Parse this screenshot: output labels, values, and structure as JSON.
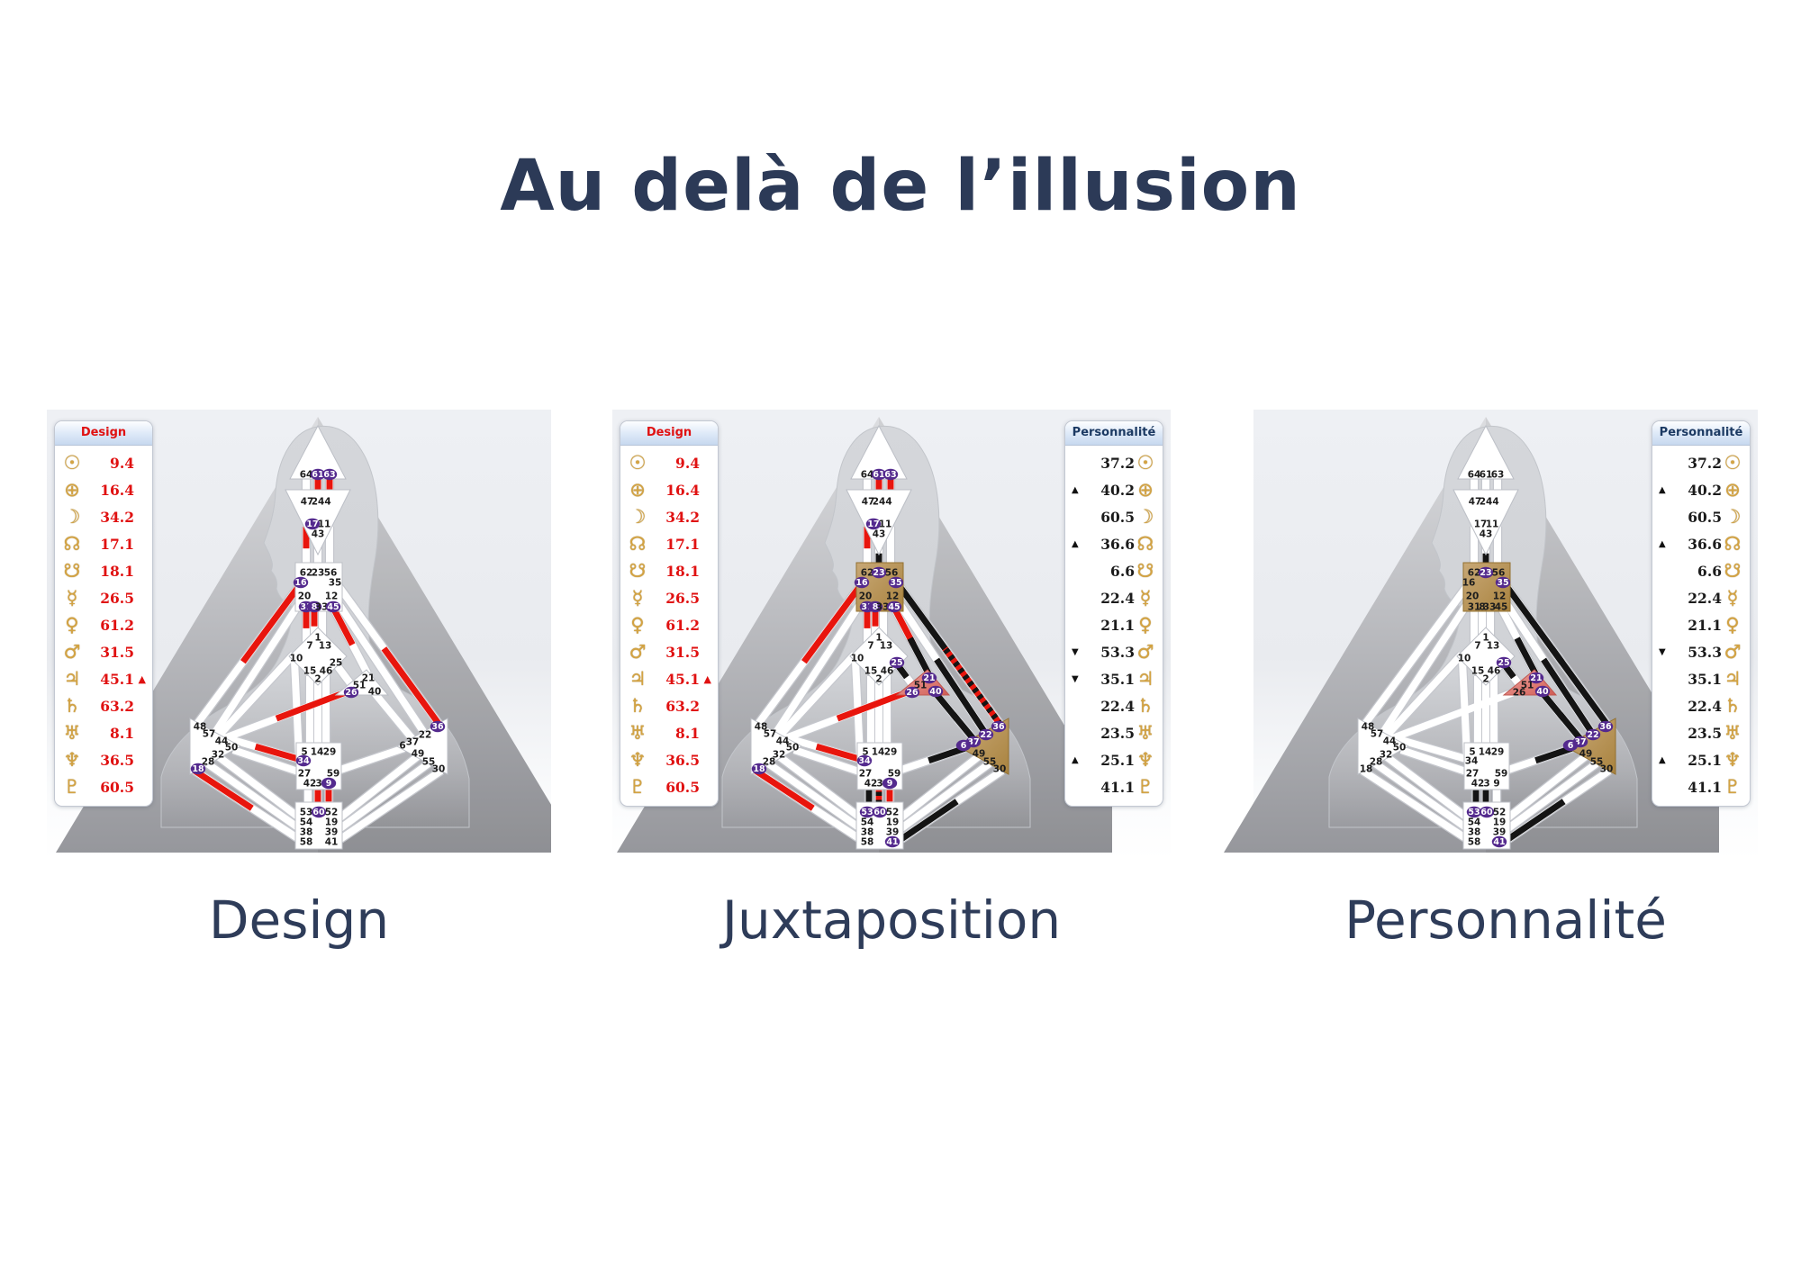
{
  "title": "Au delà de l’illusion",
  "captions": [
    "Design",
    "Juxtaposition",
    "Personnalité"
  ],
  "design_panel": {
    "header": "Design",
    "rows": [
      {
        "planet": "sun",
        "glyph": "☉",
        "value": "9.4",
        "marker": ""
      },
      {
        "planet": "earth",
        "glyph": "⊕",
        "value": "16.4",
        "marker": ""
      },
      {
        "planet": "moon",
        "glyph": "☽",
        "value": "34.2",
        "marker": ""
      },
      {
        "planet": "north-node",
        "glyph": "☊",
        "value": "17.1",
        "marker": ""
      },
      {
        "planet": "south-node",
        "glyph": "☋",
        "value": "18.1",
        "marker": ""
      },
      {
        "planet": "mercury",
        "glyph": "☿",
        "value": "26.5",
        "marker": ""
      },
      {
        "planet": "venus",
        "glyph": "♀",
        "value": "61.2",
        "marker": ""
      },
      {
        "planet": "mars",
        "glyph": "♂",
        "value": "31.5",
        "marker": ""
      },
      {
        "planet": "jupiter",
        "glyph": "♃",
        "value": "45.1",
        "marker": "▲"
      },
      {
        "planet": "saturn",
        "glyph": "♄",
        "value": "63.2",
        "marker": ""
      },
      {
        "planet": "uranus",
        "glyph": "♅",
        "value": "8.1",
        "marker": ""
      },
      {
        "planet": "neptune",
        "glyph": "♆",
        "value": "36.5",
        "marker": ""
      },
      {
        "planet": "pluto",
        "glyph": "♇",
        "value": "60.5",
        "marker": ""
      }
    ]
  },
  "personality_panel": {
    "header": "Personnalité",
    "rows": [
      {
        "planet": "sun",
        "glyph": "☉",
        "value": "37.2",
        "marker": ""
      },
      {
        "planet": "earth",
        "glyph": "⊕",
        "value": "40.2",
        "marker": "▲"
      },
      {
        "planet": "moon",
        "glyph": "☽",
        "value": "60.5",
        "marker": ""
      },
      {
        "planet": "north-node",
        "glyph": "☊",
        "value": "36.6",
        "marker": "▲"
      },
      {
        "planet": "south-node",
        "glyph": "☋",
        "value": "6.6",
        "marker": ""
      },
      {
        "planet": "mercury",
        "glyph": "☿",
        "value": "22.4",
        "marker": ""
      },
      {
        "planet": "venus",
        "glyph": "♀",
        "value": "21.1",
        "marker": ""
      },
      {
        "planet": "mars",
        "glyph": "♂",
        "value": "53.3",
        "marker": "▼"
      },
      {
        "planet": "jupiter",
        "glyph": "♃",
        "value": "35.1",
        "marker": "▼"
      },
      {
        "planet": "saturn",
        "glyph": "♄",
        "value": "22.4",
        "marker": ""
      },
      {
        "planet": "uranus",
        "glyph": "♅",
        "value": "23.5",
        "marker": ""
      },
      {
        "planet": "neptune",
        "glyph": "♆",
        "value": "25.1",
        "marker": "▲"
      },
      {
        "planet": "pluto",
        "glyph": "♇",
        "value": "41.1",
        "marker": ""
      }
    ]
  },
  "personality_panel_alt": {
    "header": "Personnalité",
    "rows": [
      {
        "planet": "sun",
        "glyph": "☉",
        "value": "37.2",
        "marker": ""
      },
      {
        "planet": "earth",
        "glyph": "⊕",
        "value": "40.2",
        "marker": "▲"
      },
      {
        "planet": "moon",
        "glyph": "☽",
        "value": "60.5",
        "marker": ""
      },
      {
        "planet": "north-node",
        "glyph": "☊",
        "value": "36.6",
        "marker": "▲"
      },
      {
        "planet": "south-node",
        "glyph": "☋",
        "value": "6.6",
        "marker": ""
      },
      {
        "planet": "mercury",
        "glyph": "☿",
        "value": "22.4",
        "marker": ""
      },
      {
        "planet": "venus",
        "glyph": "♀",
        "value": "21.1",
        "marker": ""
      },
      {
        "planet": "mars",
        "glyph": "♂",
        "value": "53.3",
        "marker": "▼"
      },
      {
        "planet": "jupiter",
        "glyph": "♃",
        "value": "35.1",
        "marker": ""
      },
      {
        "planet": "saturn",
        "glyph": "♄",
        "value": "22.4",
        "marker": ""
      },
      {
        "planet": "uranus",
        "glyph": "♅",
        "value": "23.5",
        "marker": ""
      },
      {
        "planet": "neptune",
        "glyph": "♆",
        "value": "25.1",
        "marker": "▲"
      },
      {
        "planet": "pluto",
        "glyph": "♇",
        "value": "41.1",
        "marker": ""
      }
    ]
  },
  "charts": [
    {
      "label": "Design",
      "mode": "design",
      "left_panel": true,
      "right_panel": false
    },
    {
      "label": "Juxtaposition",
      "mode": "both",
      "left_panel": true,
      "right_panel": true
    },
    {
      "label": "Personnalité",
      "mode": "personality",
      "left_panel": false,
      "right_panel": true
    }
  ],
  "bodygraph": {
    "gates_by_center": {
      "head": [
        64,
        61,
        63
      ],
      "ajna": [
        47,
        24,
        4,
        17,
        11,
        43
      ],
      "throat": [
        62,
        23,
        56,
        16,
        35,
        20,
        12,
        31,
        8,
        33,
        45
      ],
      "g": [
        1,
        7,
        13,
        10,
        25,
        15,
        46,
        2
      ],
      "heart": [
        21,
        51,
        26,
        40
      ],
      "spleen": [
        48,
        57,
        44,
        50,
        32,
        28,
        18
      ],
      "solar_plexus": [
        36,
        22,
        37,
        6,
        49,
        55,
        30
      ],
      "sacral": [
        5,
        14,
        29,
        34,
        27,
        59,
        42,
        3,
        9
      ],
      "root": [
        53,
        60,
        52,
        54,
        19,
        38,
        39,
        58,
        41
      ]
    },
    "channels": [
      [
        64,
        47
      ],
      [
        61,
        24
      ],
      [
        63,
        4
      ],
      [
        17,
        62
      ],
      [
        43,
        23
      ],
      [
        11,
        56
      ],
      [
        16,
        48
      ],
      [
        20,
        57
      ],
      [
        35,
        36
      ],
      [
        12,
        22
      ],
      [
        45,
        21
      ],
      [
        31,
        7
      ],
      [
        8,
        1
      ],
      [
        33,
        13
      ],
      [
        10,
        57
      ],
      [
        10,
        34
      ],
      [
        25,
        51
      ],
      [
        26,
        44
      ],
      [
        40,
        37
      ],
      [
        15,
        5
      ],
      [
        2,
        14
      ],
      [
        46,
        29
      ],
      [
        34,
        57
      ],
      [
        50,
        27
      ],
      [
        59,
        6
      ],
      [
        32,
        54
      ],
      [
        28,
        38
      ],
      [
        18,
        58
      ],
      [
        49,
        19
      ],
      [
        55,
        39
      ],
      [
        30,
        41
      ],
      [
        42,
        53
      ],
      [
        3,
        60
      ],
      [
        9,
        52
      ]
    ],
    "defined_centers": {
      "design": [],
      "both": [
        "throat",
        "heart",
        "solar_plexus"
      ],
      "personality": [
        "throat",
        "heart",
        "solar_plexus"
      ]
    },
    "colors": {
      "design_activation": "#e8150d",
      "personality_activation": "#141414",
      "active_gate": "#542a8e",
      "defined_gold_light": "#c8a876",
      "defined_gold_dark": "#a9833f",
      "defined_pink_light": "#f0a6a0",
      "defined_pink_dark": "#d05c54"
    }
  }
}
